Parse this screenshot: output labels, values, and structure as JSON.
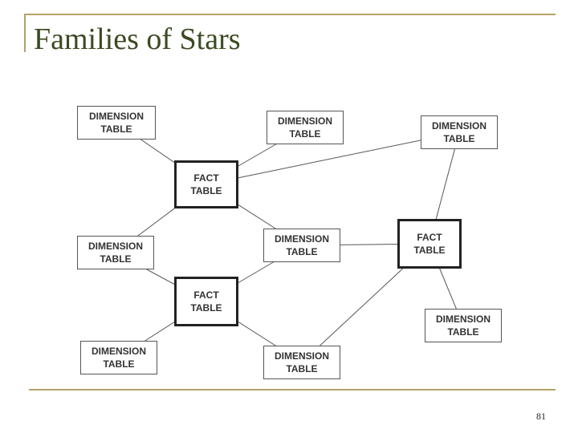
{
  "title": "Families of Stars",
  "page_number": "81",
  "diagram": {
    "nodes": [
      {
        "id": "d1",
        "kind": "dimension",
        "label": "DIMENSION\nTABLE"
      },
      {
        "id": "d2",
        "kind": "dimension",
        "label": "DIMENSION\nTABLE"
      },
      {
        "id": "d3",
        "kind": "dimension",
        "label": "DIMENSION\nTABLE"
      },
      {
        "id": "f1",
        "kind": "fact",
        "label": "FACT\nTABLE"
      },
      {
        "id": "d4",
        "kind": "dimension",
        "label": "DIMENSION\nTABLE"
      },
      {
        "id": "d5",
        "kind": "dimension",
        "label": "DIMENSION\nTABLE"
      },
      {
        "id": "f3",
        "kind": "fact",
        "label": "FACT\nTABLE"
      },
      {
        "id": "f2",
        "kind": "fact",
        "label": "FACT\nTABLE"
      },
      {
        "id": "d6",
        "kind": "dimension",
        "label": "DIMENSION\nTABLE"
      },
      {
        "id": "d7",
        "kind": "dimension",
        "label": "DIMENSION\nTABLE"
      },
      {
        "id": "d8",
        "kind": "dimension",
        "label": "DIMENSION\nTABLE"
      }
    ],
    "edges": [
      [
        "d1",
        "f1"
      ],
      [
        "d2",
        "f1"
      ],
      [
        "d3",
        "f1"
      ],
      [
        "d4",
        "f1"
      ],
      [
        "d5",
        "f1"
      ],
      [
        "d4",
        "f2"
      ],
      [
        "d5",
        "f2"
      ],
      [
        "d7",
        "f2"
      ],
      [
        "d8",
        "f2"
      ],
      [
        "d3",
        "f3"
      ],
      [
        "d5",
        "f3"
      ],
      [
        "d6",
        "f3"
      ],
      [
        "d8",
        "f3"
      ]
    ]
  }
}
